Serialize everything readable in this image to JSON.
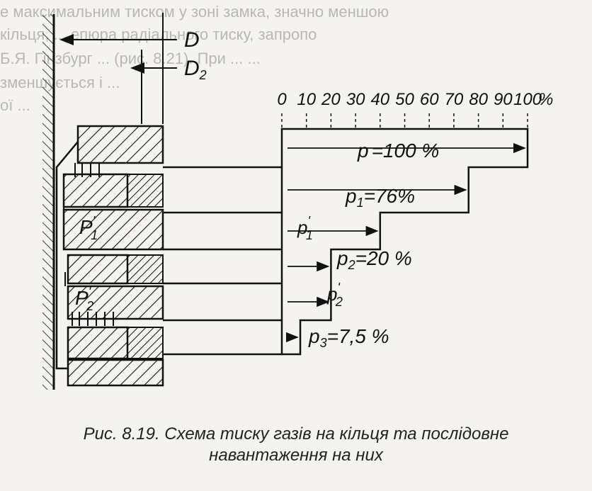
{
  "background_text": {
    "line1": "е максимальним тиском у зоні замка, значно меншою",
    "line2": "кільця, ... епюра радіального тиску, запропо",
    "line3": "Б.Я. Гінзбург ... (рис. 8.21). При ... ...",
    "line4": "зменшується і ...",
    "line5": "ої ...",
    "color": "#b9b7b2"
  },
  "diagram": {
    "label_D": "D",
    "label_D2": "D",
    "label_D2_sub": "2",
    "scale_ticks": [
      "0",
      "10",
      "20",
      "30",
      "40",
      "50",
      "60",
      "70",
      "80",
      "90",
      "100"
    ],
    "scale_unit": "%",
    "pressure_labels": {
      "p": {
        "sym": "p",
        "sub": "",
        "prime": "",
        "value": "=100 %"
      },
      "p1": {
        "sym": "p",
        "sub": "1",
        "prime": "",
        "value": "=76%"
      },
      "p1p": {
        "sym": "p",
        "sub": "1",
        "prime": "'",
        "value": ""
      },
      "p2": {
        "sym": "p",
        "sub": "2",
        "prime": "",
        "value": "=20 %"
      },
      "p2p": {
        "sym": "p",
        "sub": "2",
        "prime": "'",
        "value": ""
      },
      "p3": {
        "sym": "p",
        "sub": "3",
        "prime": "",
        "value": "=7,5 %"
      }
    },
    "ring_labels": {
      "P1p": {
        "sym": "P",
        "sub": "1",
        "prime": "'"
      },
      "P2p": {
        "sym": "P",
        "sub": "2",
        "prime": "'"
      }
    },
    "pressure_levels": {
      "p": 100,
      "p1": 76,
      "p1p": 40,
      "p2": 20,
      "p2p": 20,
      "p3": 7.5
    },
    "ink_color": "#111111"
  },
  "caption": {
    "line1": "Рис. 8.19. Схема тиску газів на кільця та послідовне",
    "line2": "навантаження на них"
  }
}
